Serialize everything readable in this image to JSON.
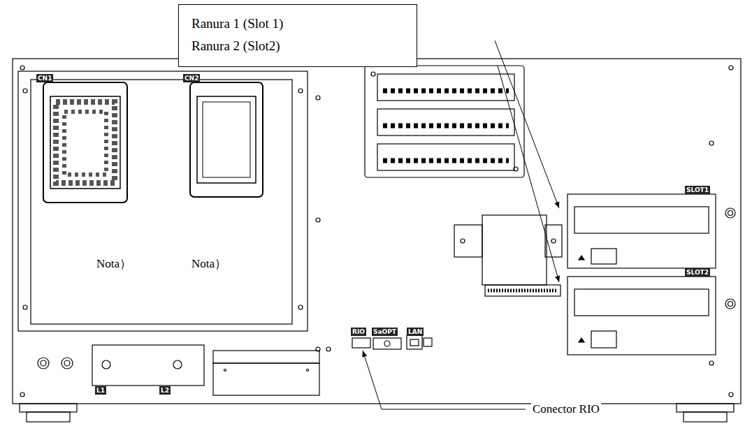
{
  "diagram": {
    "nodes": [
      {
        "text": [
          "Ranura 1 (Slot 1)",
          "Ranura 2 (Slot2)"
        ]
      }
    ],
    "labels": [
      "CN1",
      "CN2",
      "Nota）",
      "Nota）",
      "SLOT1",
      "SLOT2",
      "L1",
      "L2",
      "RIO",
      "SaOPT",
      "LAN",
      "Conector RIO"
    ]
  }
}
